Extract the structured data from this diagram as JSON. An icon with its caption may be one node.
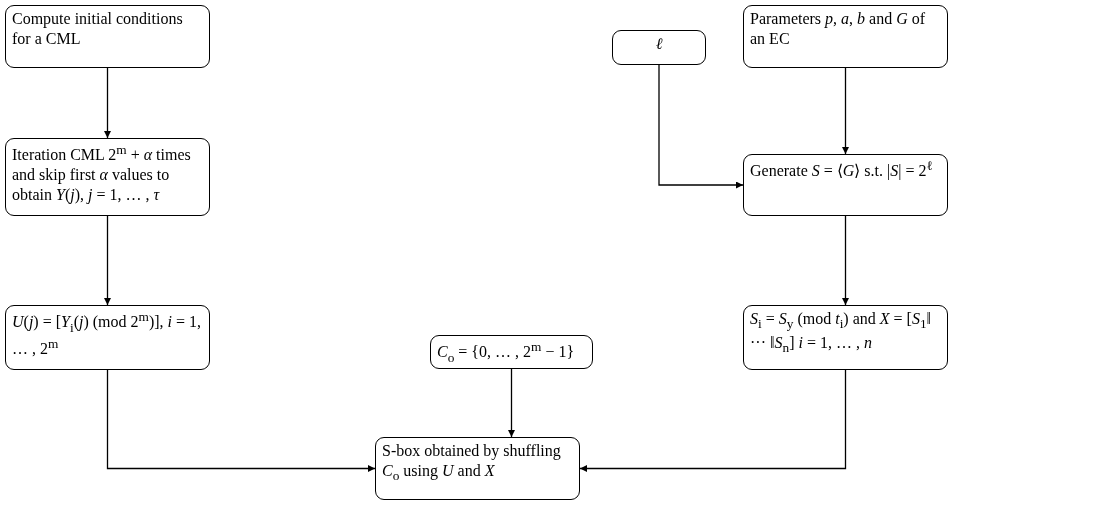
{
  "diagram": {
    "nodes": [
      {
        "text": [
          "Compute initial conditions for a CML"
        ]
      },
      {
        "text": [
          "Iteration CML 2$^{m}$ + *α* times and skip first *α* values to obtain *Y*(*j*), *j* = 1, … , *τ*"
        ]
      },
      {
        "text": [
          "*U*(*j*) = [*Y*$_{i}$(*j*) (mod 2$^{m}$)], *i* = 1, … , 2$^{m}$"
        ]
      },
      {
        "text": [
          "*ℓ*"
        ]
      },
      {
        "text": [
          "Parameters *p*, *a*, *b* and *G* of an EC"
        ]
      },
      {
        "text": [
          "Generate *S* = ⟨*G*⟩ s.t. |*S*| = 2$^{ℓ}$"
        ]
      },
      {
        "text": [
          "*C*$_{o}$ = {0, … , 2$^{m}$ − 1}"
        ]
      },
      {
        "text": [
          "*S*$_{i}$ = *S*$_{y}$ (mod *t*$_{i}$) and *X* = [*S*$_{1}$‖ ··· ‖*S*$_{n}$] *i* = 1, … , *n*"
        ]
      },
      {
        "text": [
          "S-box obtained by shuffling *C*$_{o}$ using *U* and *X*"
        ]
      }
    ],
    "edges": [
      {
        "from": 0,
        "to": 1,
        "arrow": "to"
      },
      {
        "from": 1,
        "to": 2,
        "arrow": "to"
      },
      {
        "from": 3,
        "to": 5,
        "arrow": "to"
      },
      {
        "from": 4,
        "to": 5,
        "arrow": "to"
      },
      {
        "from": 5,
        "to": 7,
        "arrow": "to"
      },
      {
        "from": 2,
        "to": 8,
        "arrow": "to"
      },
      {
        "from": 6,
        "to": 8,
        "arrow": "to"
      },
      {
        "from": 7,
        "to": 8,
        "arrow": "to"
      }
    ]
  }
}
